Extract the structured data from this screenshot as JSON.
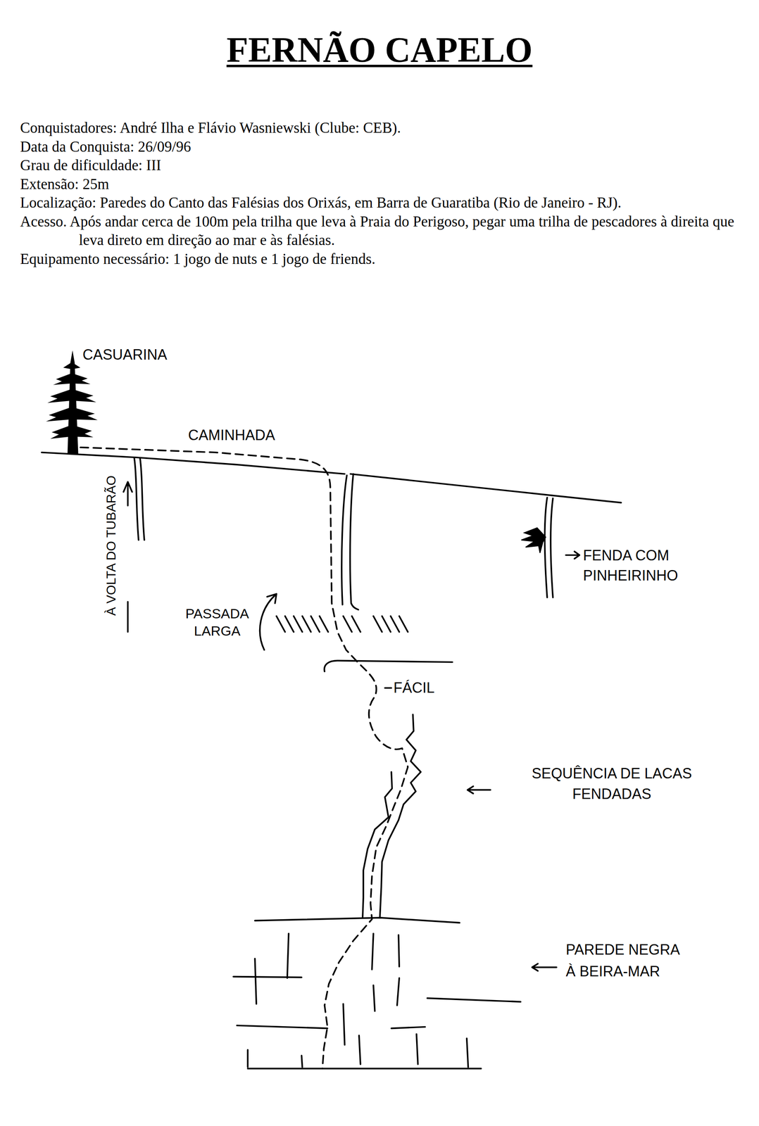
{
  "diagram": {
    "title": "FERNÃO CAPELO",
    "labels": [
      "Conquistadores: André Ilha e Flávio Wasniewski (Clube: CEB).",
      "Data da Conquista: 26/09/96",
      "Grau de dificuldade: III",
      "Extensão: 25m",
      "Localização: Paredes do Canto das Falésias dos Orixás, em Barra de Guaratiba (Rio de Janeiro - RJ).",
      "Acesso. Após andar cerca de 100m pela trilha que leva à Praia do Perigoso, pegar uma trilha de pescadores à direita que leva direto em direção ao mar e às falésias.",
      "Equipamento necessário: 1 jogo de nuts e 1 jogo de friends.",
      "CASUARINA",
      "CAMINHADA",
      "À VOLTA DO TUBARÃO",
      "FENDA COM PINHEIRINHO",
      "PASSADA LARGA",
      "FÁCIL",
      "SEQUÊNCIA DE LACAS FENDADAS",
      "PAREDE NEGRA À BEIRA-MAR"
    ]
  }
}
